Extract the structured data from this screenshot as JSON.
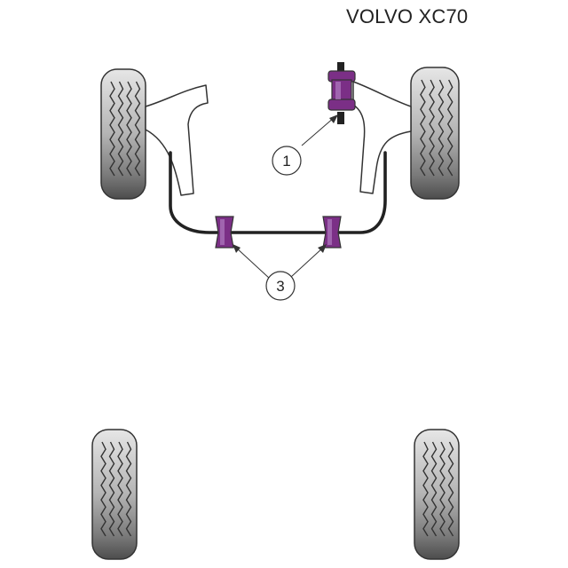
{
  "title": "VOLVO XC70",
  "callouts": [
    {
      "label": "1",
      "target": "drop-link-bush"
    },
    {
      "label": "3",
      "target": "anti-roll-bar-bushes"
    }
  ],
  "colors": {
    "bush_purple": "#7b2f86",
    "bush_purple_light": "#b07cc0",
    "tyre_gray": "#bdbdbd",
    "tyre_dark": "#555555",
    "outline": "#333333"
  }
}
